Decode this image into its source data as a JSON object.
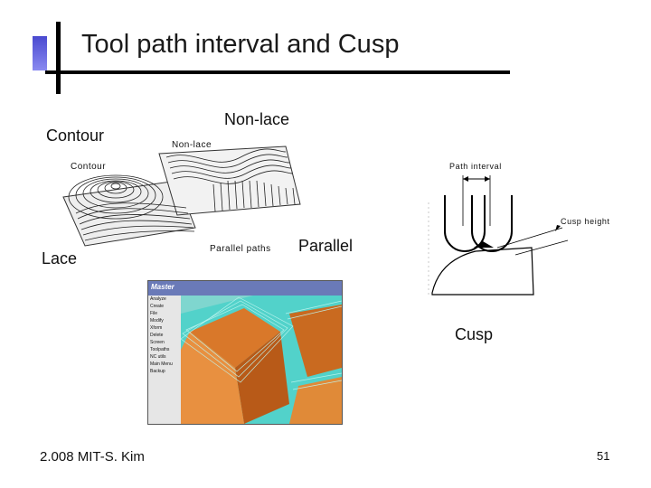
{
  "slide": {
    "title": "Tool path interval and Cusp",
    "footer": "2.008 MIT-S. Kim",
    "page_number": "51"
  },
  "labels": {
    "contour_large": "Contour",
    "nonlace_large": "Non-lace",
    "nonlace_small": "Non-lace",
    "contour_small": "Contour",
    "lace_large": "Lace",
    "parallel_paths": "Parallel paths",
    "parallel_large": "Parallel",
    "path_interval": "Path interval",
    "cusp_height": "Cusp height",
    "cusp_large": "Cusp"
  },
  "cam_software": {
    "logo_text": "Master",
    "menu_items": [
      "Analyze",
      "Create",
      "File",
      "Modify",
      "Xform",
      "Delete",
      "Screen",
      "Toolpaths",
      "NC utils",
      "Main Menu",
      "Backup"
    ]
  },
  "colors": {
    "accent": "#5a5ae0",
    "cam_surface": "#d9782a",
    "cam_toolpath": "#3fd0c8",
    "cam_toolbar": "#6a7ab8"
  }
}
